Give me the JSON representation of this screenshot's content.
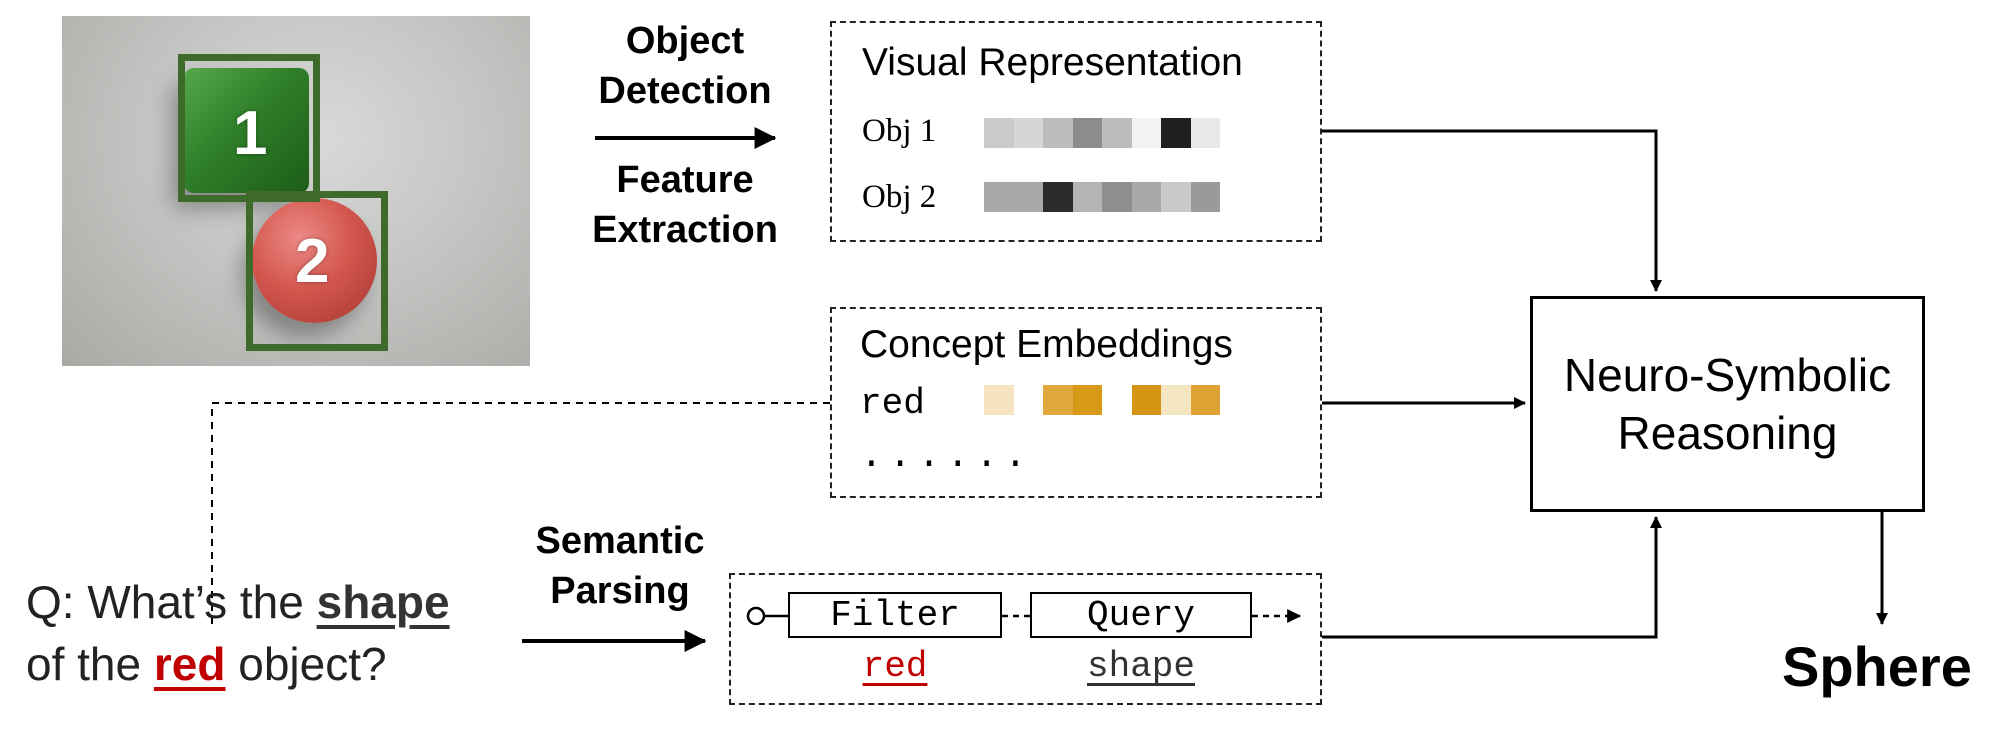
{
  "scene": {
    "objects": [
      {
        "id": "1",
        "shape": "cube",
        "color": "#3a8a33"
      },
      {
        "id": "2",
        "shape": "sphere",
        "color": "#d4574f"
      }
    ],
    "bbox_color": "#3e6b2c"
  },
  "steps": {
    "object_detection": [
      "Object",
      "Detection"
    ],
    "feature_extraction": [
      "Feature",
      "Extraction"
    ],
    "semantic_parsing": [
      "Semantic",
      "Parsing"
    ]
  },
  "visual_representation": {
    "title": "Visual Representation",
    "objects": [
      {
        "label": "Obj 1",
        "features": [
          "#cbcbcb",
          "#d6d6d6",
          "#bdbdbd",
          "#8c8c8c",
          "#bcbcbc",
          "#f2f2f2",
          "#1f1f1f",
          "#e9e9e9"
        ]
      },
      {
        "label": "Obj 2",
        "features": [
          "#a9a9a9",
          "#a9a9a9",
          "#2c2c2c",
          "#b4b4b4",
          "#8f8f8f",
          "#a9a9a9",
          "#c9c9c9",
          "#9a9a9a"
        ]
      }
    ]
  },
  "concept_embeddings": {
    "title": "Concept Embeddings",
    "concept": "red",
    "features": [
      "#f5e4bf",
      "#ffffff",
      "#e0a73a",
      "#d79a16",
      "#ffffff",
      "#d69614",
      "#f5e6c3",
      "#dfa335"
    ],
    "ellipsis": "......"
  },
  "program": {
    "steps": [
      {
        "op": "Filter",
        "arg": "red",
        "arg_color": "#c00000"
      },
      {
        "op": "Query",
        "arg": "shape",
        "arg_color": "#333333"
      }
    ]
  },
  "reasoning": {
    "line1": "Neuro-Symbolic",
    "line2": "Reasoning"
  },
  "question": {
    "prefix": "Q: What’s the ",
    "shape_word": "shape",
    "middle": "of the ",
    "red_word": "red",
    "suffix": " object?",
    "shape_color": "#333333",
    "red_color": "#c00000"
  },
  "answer": "Sphere"
}
